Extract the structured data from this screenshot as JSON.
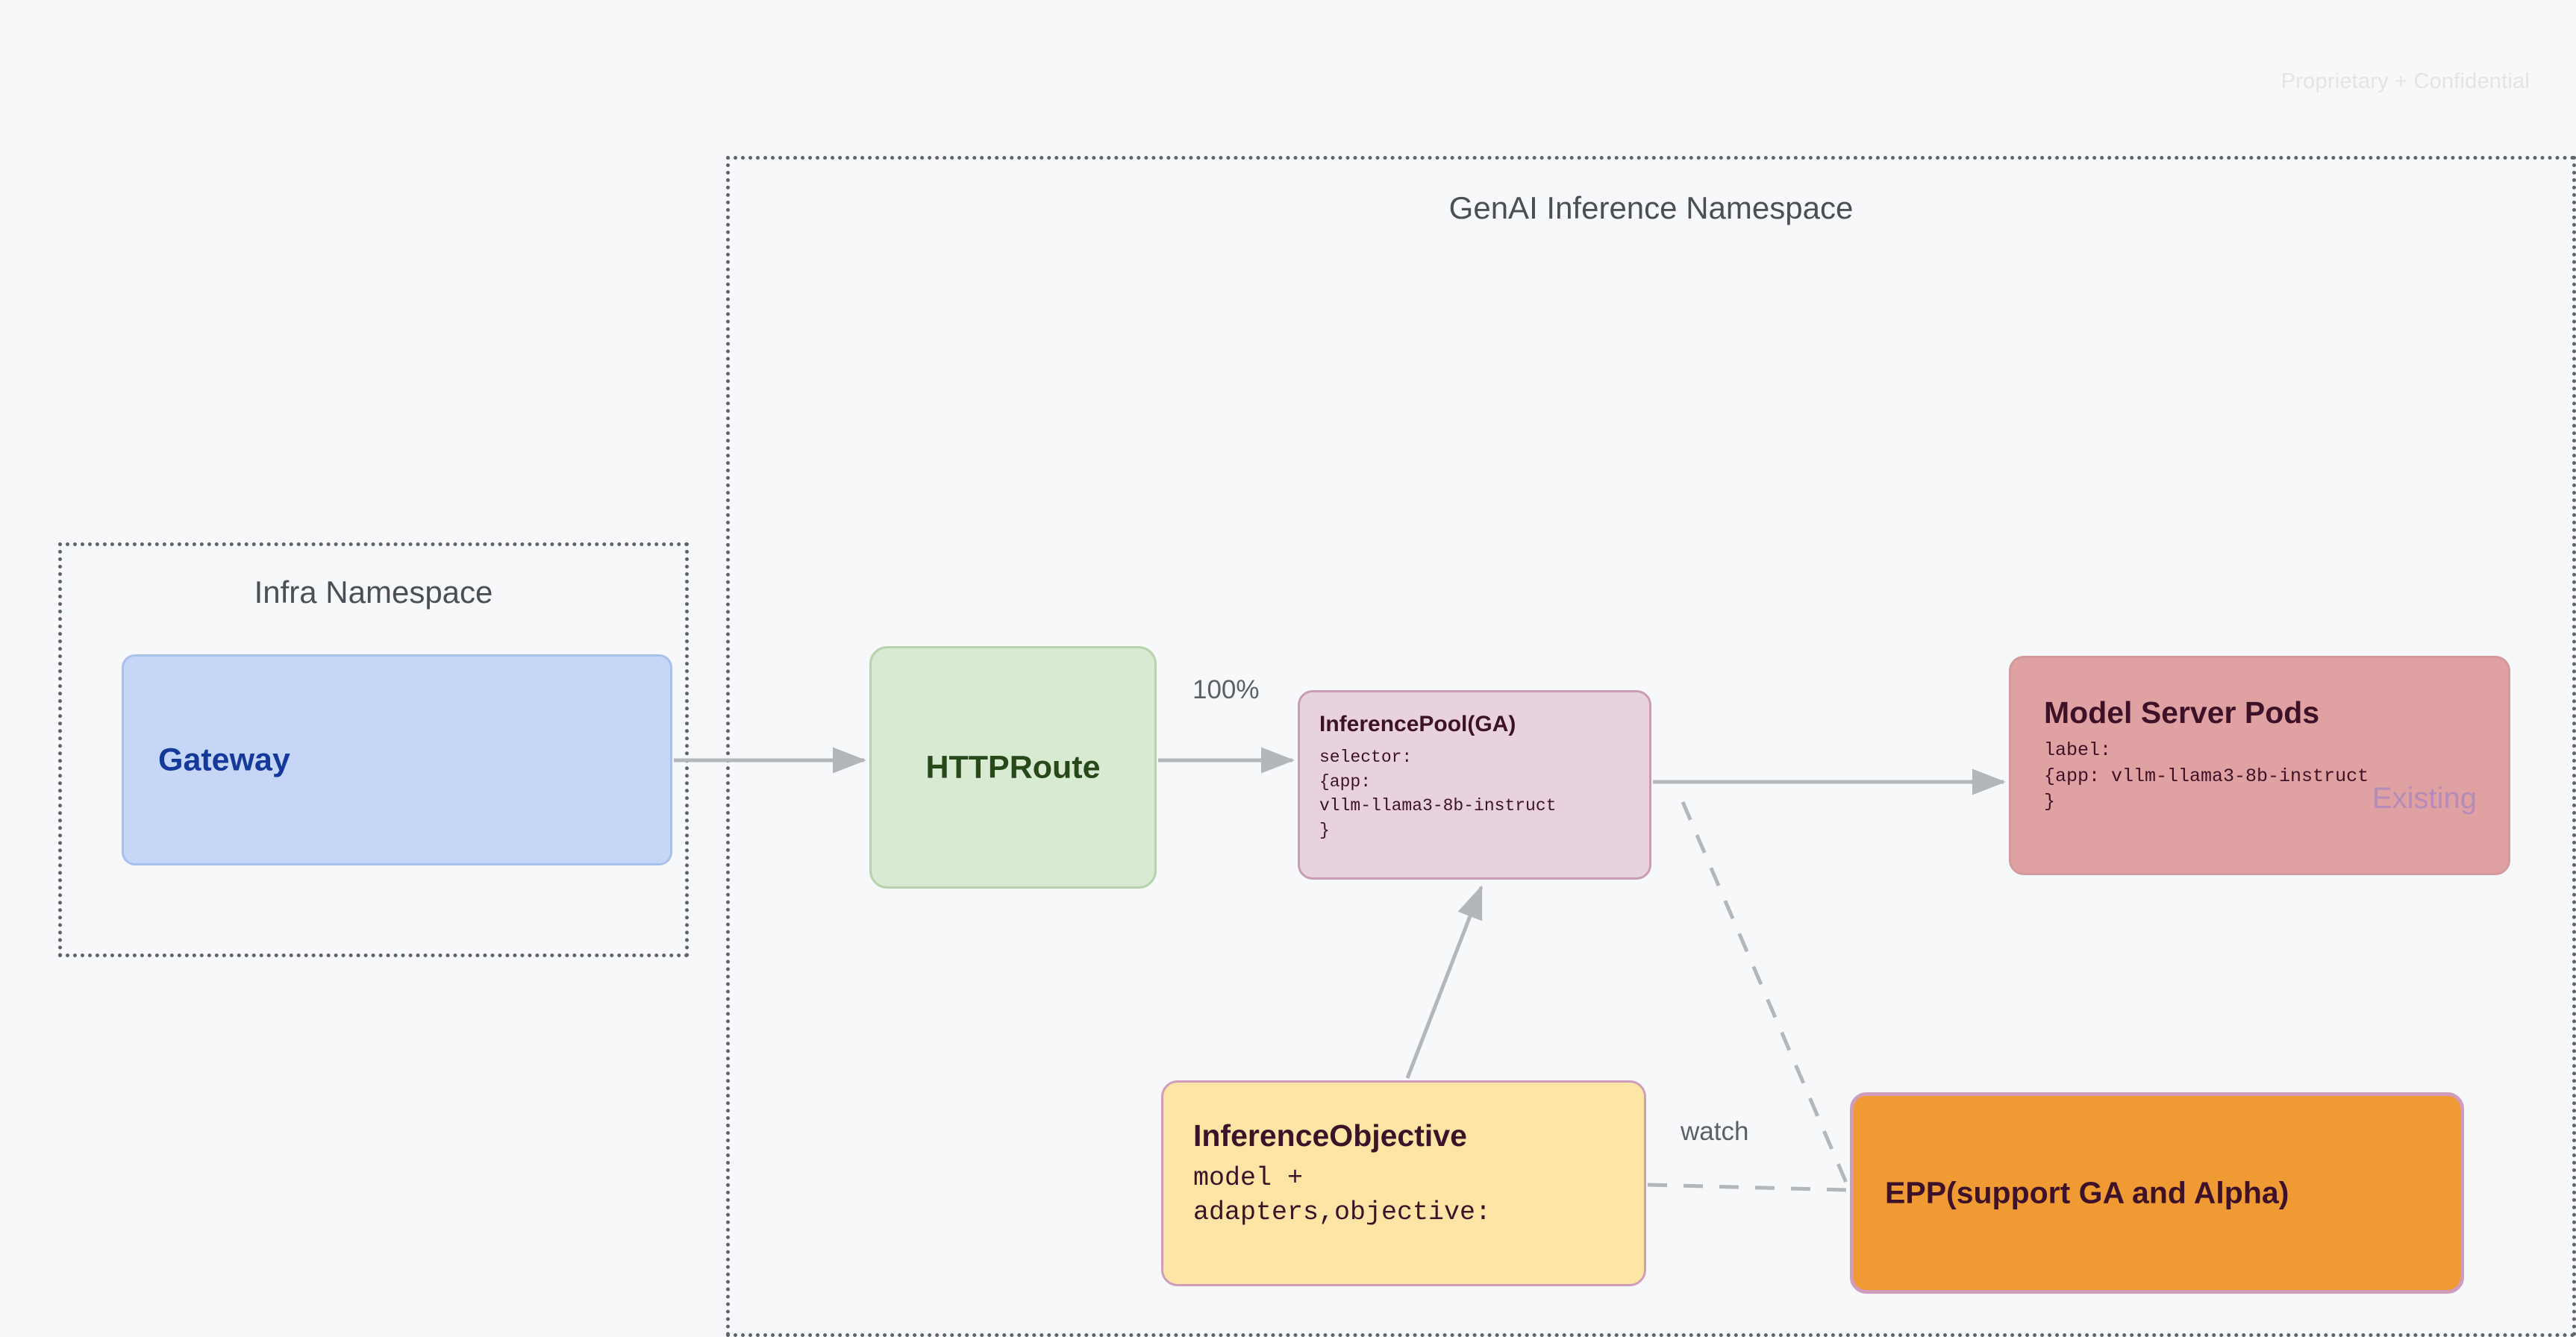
{
  "slide": {
    "confidential_note": "Proprietary + Confidential",
    "background_color": "#f7f8fa"
  },
  "namespaces": [
    {
      "id": "genai",
      "title": "GenAI Inference Namespace",
      "border_style": "dotted",
      "border_color": "#60636b"
    },
    {
      "id": "infra",
      "title": "Infra Namespace",
      "border_style": "dotted",
      "border_color": "#60636b"
    }
  ],
  "nodes": {
    "gateway": {
      "label": "Gateway",
      "fill": "#c5d6f7",
      "text_color": "#14399a"
    },
    "httproute": {
      "label": "HTTPRoute",
      "fill": "#d9ead3",
      "text_color": "#27491a"
    },
    "inferencepool": {
      "title": "InferencePool(GA)",
      "spec": "selector:\n{app:\nvllm-llama3-8b-instruct\n}",
      "fill": "#e7d2de",
      "text_color": "#3d1229"
    },
    "modelserverpods": {
      "title": "Model Server Pods",
      "spec": "label:\n{app: vllm-llama3-8b-instruct\n}",
      "badge": "Existing",
      "fill": "#e0a1a2",
      "text_color": "#3d1229",
      "badge_color": "#b48bb9"
    },
    "inferenceobjective": {
      "title": "InferenceObjective",
      "spec": "model +\nadapters,objective:",
      "fill": "#fce5a5",
      "text_color": "#3d1229"
    },
    "epp": {
      "label": "EPP(support GA and Alpha)",
      "fill": "#ef9a33",
      "text_color": "#3d1229"
    }
  },
  "edges": [
    {
      "id": "gateway-to-httproute",
      "from": "gateway",
      "to": "httproute",
      "label": "",
      "style": "solid",
      "arrow": true
    },
    {
      "id": "httproute-to-inferencepool",
      "from": "httproute",
      "to": "inferencepool",
      "label": "100%",
      "style": "solid",
      "arrow": true
    },
    {
      "id": "inferencepool-to-modelserverpods",
      "from": "inferencepool",
      "to": "modelserverpods",
      "label": "",
      "style": "solid",
      "arrow": true
    },
    {
      "id": "inferenceobjective-to-inferencepool",
      "from": "inferenceobjective",
      "to": "inferencepool",
      "label": "",
      "style": "solid",
      "arrow": true
    },
    {
      "id": "inferencepool-to-epp",
      "from": "inferencepool",
      "to": "epp",
      "label": "",
      "style": "dashed",
      "arrow": false
    },
    {
      "id": "inferenceobjective-to-epp",
      "from": "inferenceobjective",
      "to": "epp",
      "label": "watch",
      "style": "dashed",
      "arrow": false
    }
  ],
  "edge_labels": {
    "traffic_weight": "100%",
    "watch": "watch"
  }
}
